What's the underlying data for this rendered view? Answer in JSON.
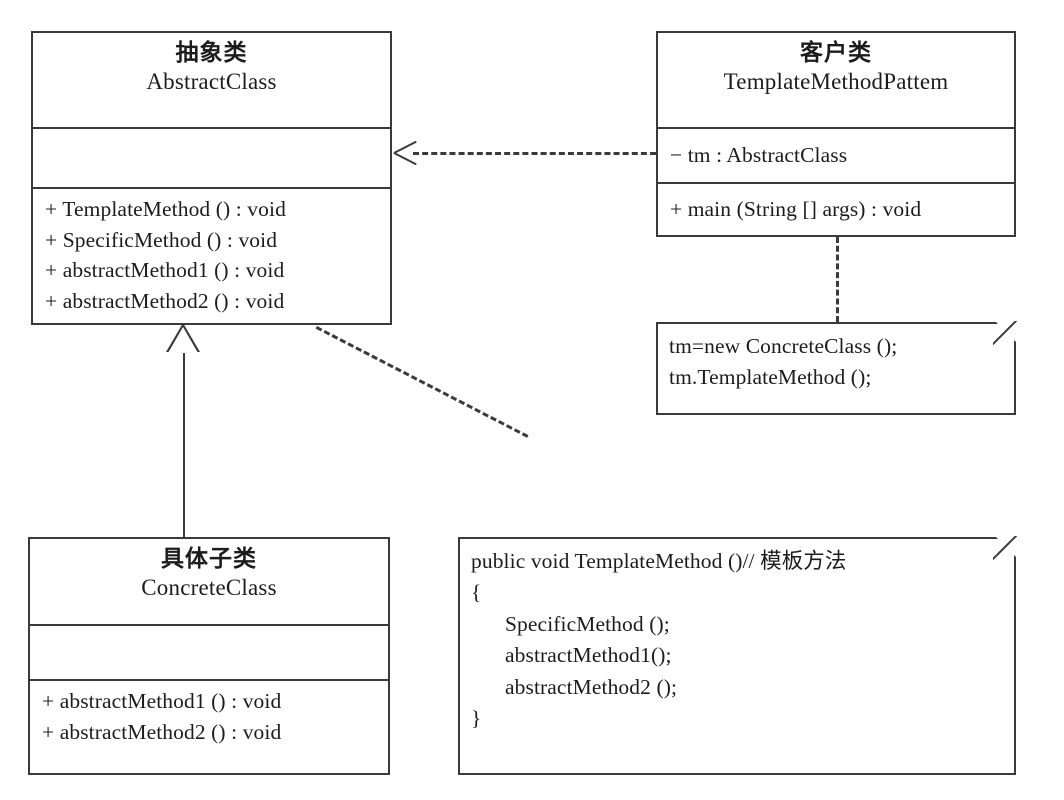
{
  "diagram": {
    "title": "Template Method Pattern UML Class Diagram",
    "stroke_color": "#3a3a3a",
    "background_color": "#ffffff"
  },
  "classes": {
    "abstract_class": {
      "title_cn": "抽象类",
      "title_en": "AbstractClass",
      "attributes": [],
      "operations": [
        "+ TemplateMethod () : void",
        "+ SpecificMethod () : void",
        "+ abstractMethod1 () : void",
        "+ abstractMethod2 () : void"
      ]
    },
    "client_class": {
      "title_cn": "客户类",
      "title_en": "TemplateMethodPattem",
      "attributes": [
        "− tm : AbstractClass"
      ],
      "operations": [
        "+ main (String [] args) : void"
      ]
    },
    "concrete_class": {
      "title_cn": "具体子类",
      "title_en": "ConcreteClass",
      "attributes": [],
      "operations": [
        "+ abstractMethod1 () : void",
        "+ abstractMethod2 () : void"
      ]
    }
  },
  "notes": {
    "client_note": {
      "lines": [
        "tm=new ConcreteClass ();",
        "tm.TemplateMethod ();"
      ]
    },
    "template_method_note": {
      "lines": [
        "public void TemplateMethod ()// 模板方法",
        "{",
        "SpecificMethod ();",
        "abstractMethod1();",
        "abstractMethod2 ();",
        "}"
      ]
    }
  },
  "connectors": {
    "dependency": {
      "label": "dependency-client-to-abstract",
      "style": "dashed-open-arrow"
    },
    "generalization": {
      "label": "generalization-concrete-to-abstract",
      "style": "solid-hollow-triangle"
    },
    "note_anchor_client": {
      "label": "note-anchor-client",
      "style": "dashed"
    },
    "note_anchor_abstract": {
      "label": "note-anchor-abstract",
      "style": "dashed"
    }
  }
}
